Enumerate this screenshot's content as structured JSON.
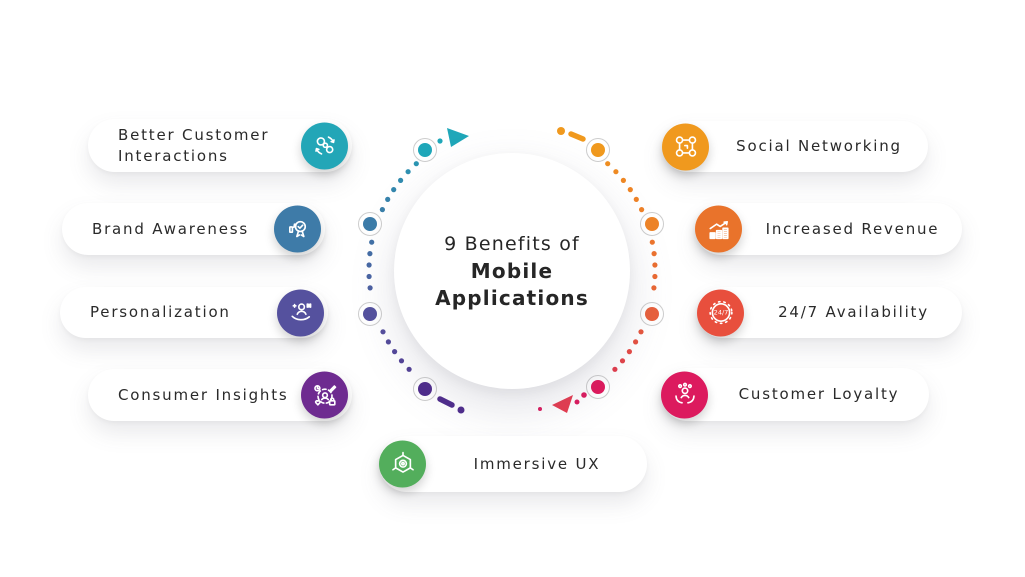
{
  "title": {
    "line1": "9 Benefits of",
    "line2": "Mobile",
    "line3": "Applications",
    "color": "#262626"
  },
  "items": [
    {
      "id": "better-customer-interactions",
      "label": "Better Customer Interactions",
      "icon": "customer-interactions-icon",
      "color": "#23A6B7",
      "side": "left"
    },
    {
      "id": "brand-awareness",
      "label": "Brand Awareness",
      "icon": "brand-awareness-icon",
      "color": "#3E7BA8",
      "side": "left"
    },
    {
      "id": "personalization",
      "label": "Personalization",
      "icon": "personalization-icon",
      "color": "#55519E",
      "side": "left"
    },
    {
      "id": "consumer-insights",
      "label": "Consumer Insights",
      "icon": "consumer-insights-icon",
      "color": "#6E2B90",
      "side": "left"
    },
    {
      "id": "social-networking",
      "label": "Social Networking",
      "icon": "social-networking-icon",
      "color": "#F0991E",
      "side": "right"
    },
    {
      "id": "increased-revenue",
      "label": "Increased Revenue",
      "icon": "increased-revenue-icon",
      "color": "#E9732B",
      "side": "right"
    },
    {
      "id": "availability-24-7",
      "label": "24/7 Availability",
      "icon": "24-7-clock-icon",
      "icon_text": "24/7",
      "color": "#E84F3D",
      "side": "right"
    },
    {
      "id": "customer-loyalty",
      "label": "Customer Loyalty",
      "icon": "customer-loyalty-icon",
      "color": "#DC1A5E",
      "side": "right"
    },
    {
      "id": "immersive-ux",
      "label": "Immersive UX",
      "icon": "immersive-ux-icon",
      "color": "#53AE5C",
      "side": "bottom"
    }
  ],
  "ring": {
    "node_colors": [
      "#1FA7B9",
      "#3C7CA9",
      "#54519E",
      "#4E2B8C",
      "#F0991E",
      "#EE8428",
      "#E8603C",
      "#E0175B"
    ],
    "left_gradient": [
      "#1FA7B9",
      "#3C7CA9",
      "#54519E",
      "#4E2B8C"
    ],
    "right_gradient": [
      "#F0991E",
      "#EE7E28",
      "#E85B3A",
      "#DC1A5E"
    ],
    "top_arrow_color": "#1FA7B9",
    "bottom_arrow_color": "#E63A4F",
    "top_dash_color": "#F0991E",
    "bottom_dash_color": "#4E2B8C",
    "bottom_dot_color": "#DC1A5E"
  }
}
